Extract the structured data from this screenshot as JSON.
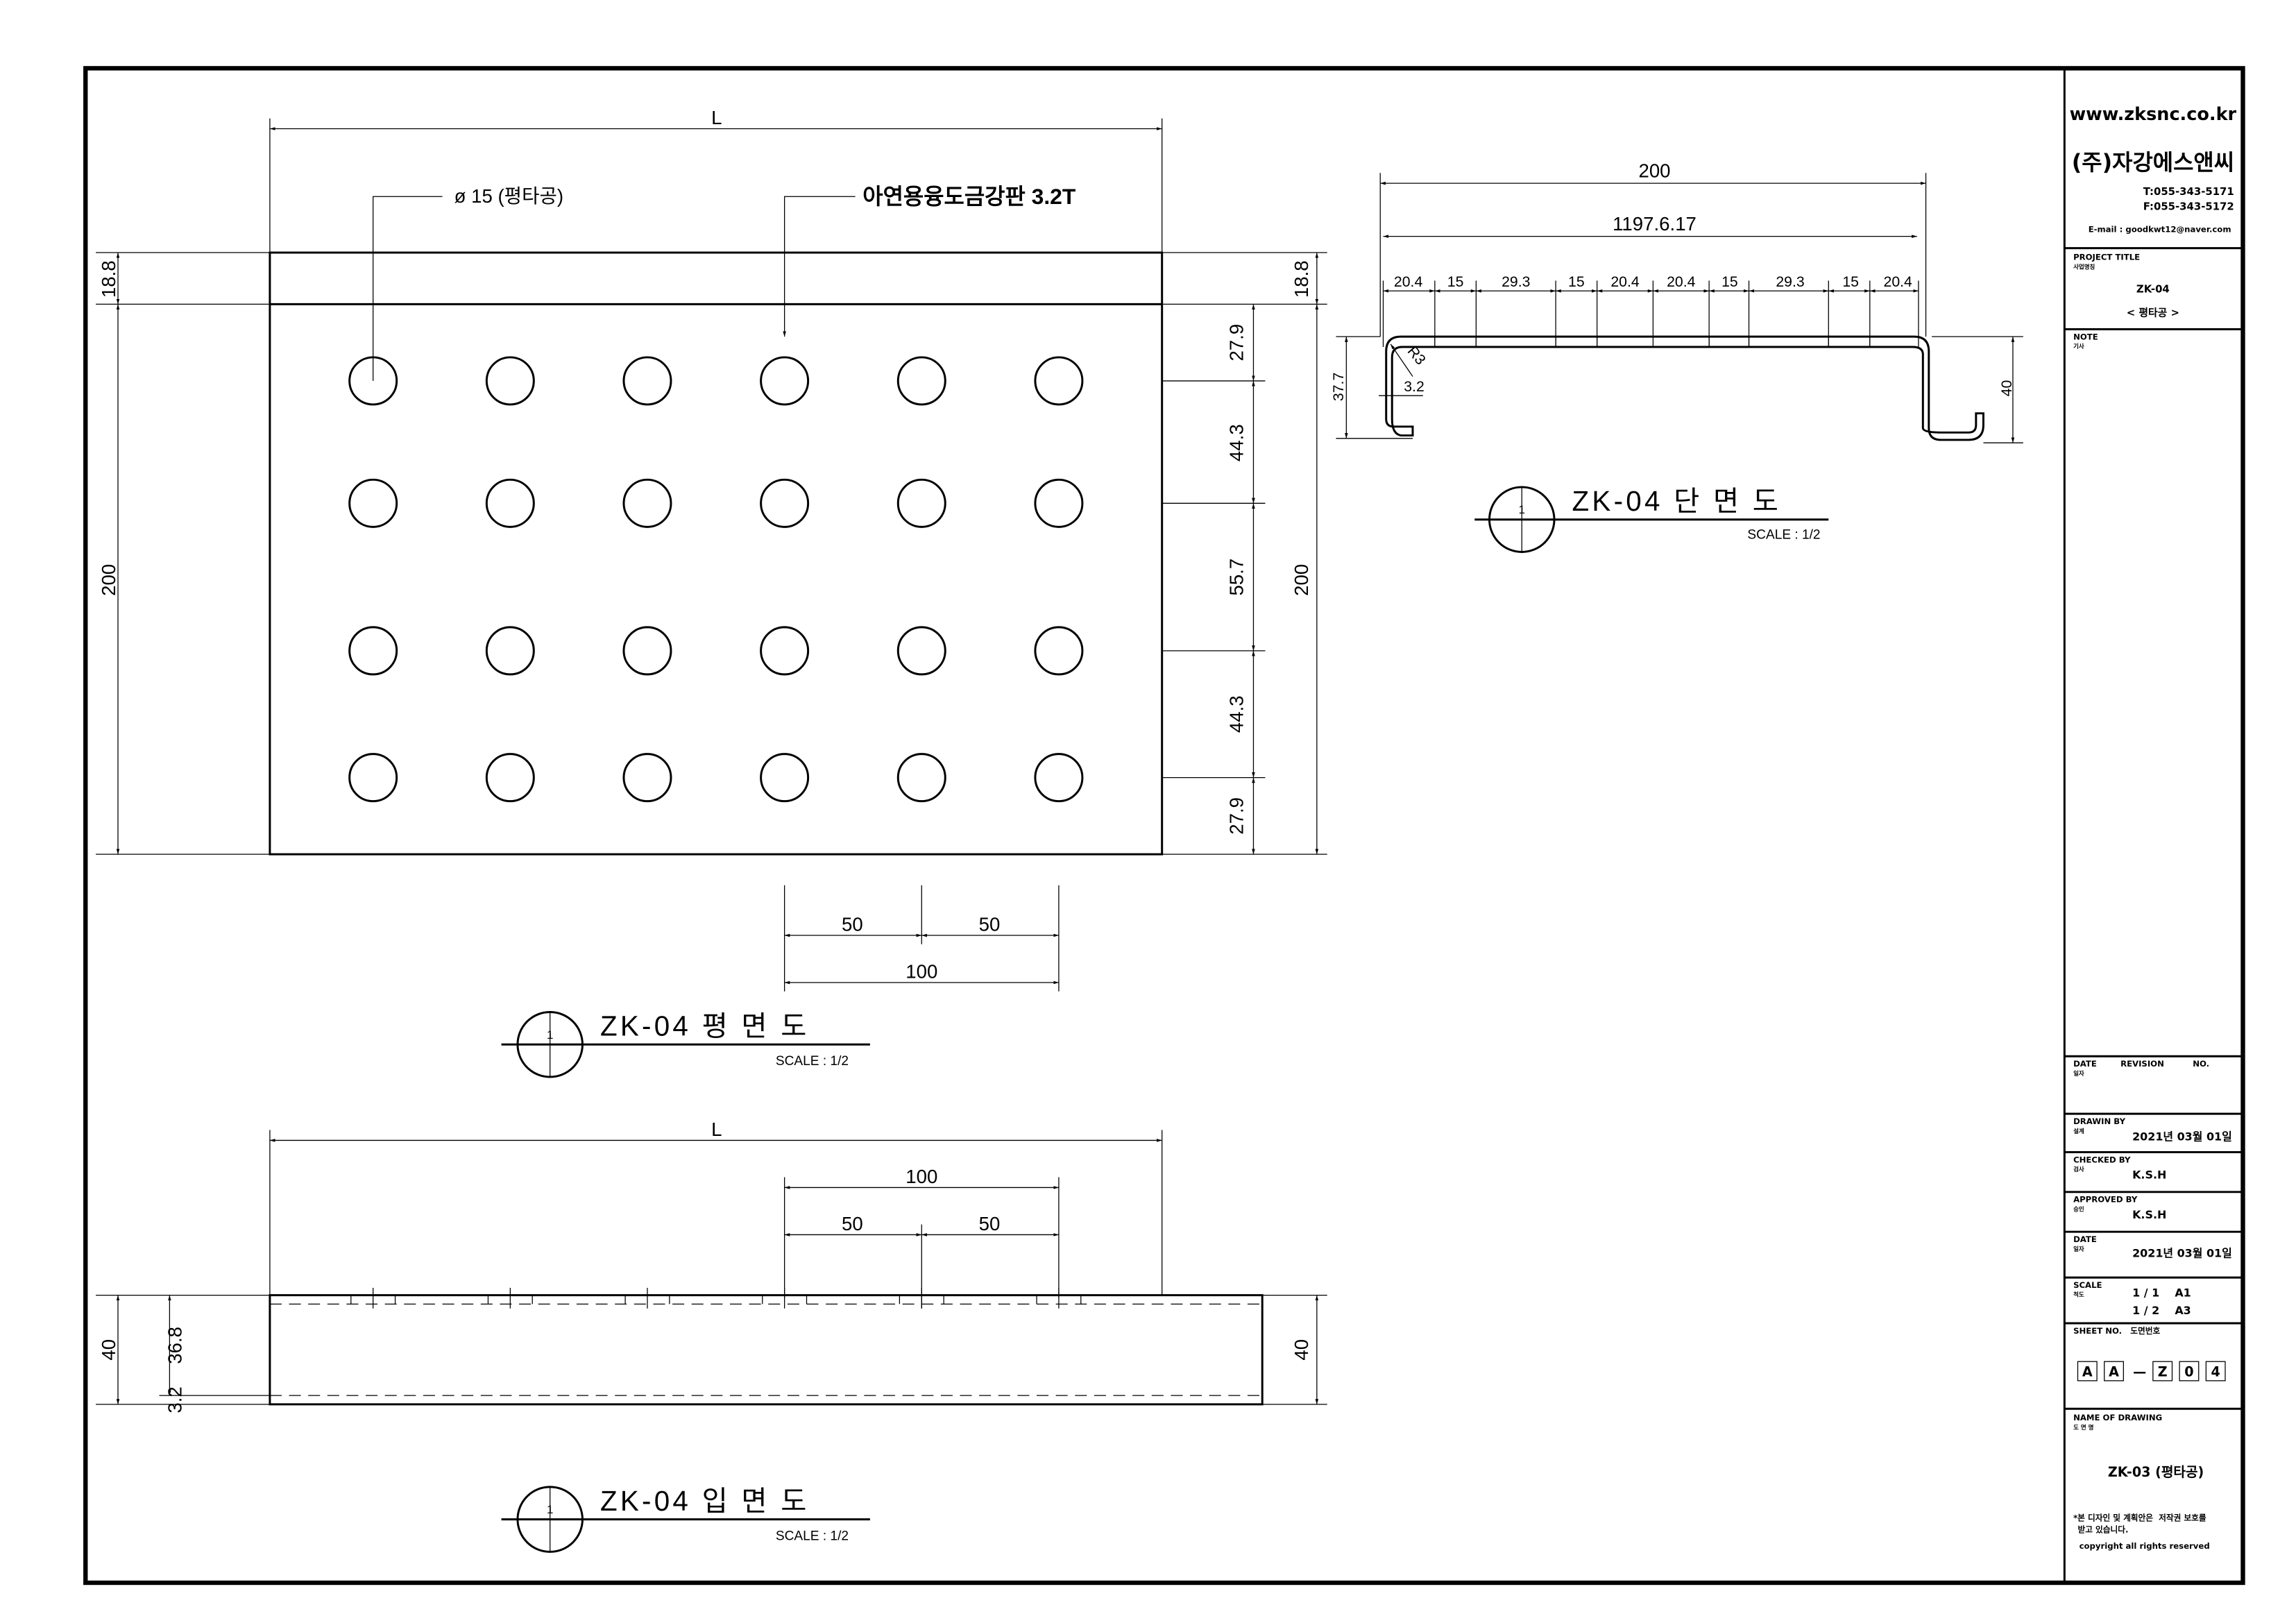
{
  "plan_view": {
    "hole_label": "ø 15 (평타공)",
    "material_label": "아연용융도금강판 3.2T",
    "dim_length": "L",
    "dim_top_strip": "18.8",
    "dim_width": "200",
    "dim_chain": [
      "27.9",
      "44.3",
      "55.7",
      "44.3",
      "27.9"
    ],
    "dim_pitch_1": "50",
    "dim_pitch_2": "50",
    "dim_pitch_total": "100",
    "title": "ZK-04 평 면 도",
    "title_number": "1",
    "scale": "SCALE : 1/2"
  },
  "section_view": {
    "dim_overall": "200",
    "dim_inner": "1197.6.17",
    "dim_chain": [
      "20.4",
      "15",
      "29.3",
      "15",
      "20.4",
      "20.4",
      "15",
      "29.3",
      "15",
      "20.4"
    ],
    "dim_radius": "R3",
    "dim_thickness": "3.2",
    "dim_left_height": "37.7",
    "dim_right_height": "40",
    "title": "ZK-04 단 면 도",
    "title_number": "1",
    "scale": "SCALE : 1/2"
  },
  "elevation_view": {
    "dim_length": "L",
    "dim_pitch_total": "100",
    "dim_pitch_1": "50",
    "dim_pitch_2": "50",
    "dim_height_left": "40",
    "dim_height_inner": "36.8",
    "dim_thickness": "3.2",
    "dim_height_right": "40",
    "title": "ZK-04 입 면 도",
    "title_number": "1",
    "scale": "SCALE : 1/2"
  },
  "title_block": {
    "website": "www.zksnc.co.kr",
    "company": "(주)자강에스앤씨",
    "tel": "T:055-343-5171",
    "fax": "F:055-343-5172",
    "email": "E-mail : goodkwt12@naver.com",
    "project_title_label": "PROJECT TITLE",
    "project_title_sub": "사업명칭",
    "project_code": "ZK-04",
    "project_name": "< 평타공 >",
    "note_label": "NOTE",
    "note_sub": "기사",
    "date_label": "DATE",
    "date_sub": "일자",
    "revision_label": "REVISION",
    "no_label": "NO.",
    "drawn_by_label": "DRAWIN BY",
    "drawn_by_sub": "설계",
    "drawn_by_value": "2021년 03월 01일",
    "checked_by_label": "CHECKED BY",
    "checked_by_sub": "검사",
    "checked_by_value": "K.S.H",
    "approved_by_label": "APPROVED BY",
    "approved_by_sub": "승인",
    "approved_by_value": "K.S.H",
    "date2_label": "DATE",
    "date2_sub": "일자",
    "date2_value": "2021년 03월 01일",
    "scale_label": "SCALE",
    "scale_sub": "척도",
    "scale_value_1": "1 / 1    A1",
    "scale_value_2": "1 / 2    A3",
    "sheet_no_label": "SHEET NO.   도면번호",
    "sheet_no_chars": [
      "A",
      "A",
      "Z",
      "0",
      "4"
    ],
    "sheet_no_dash": "—",
    "drawing_name_label": "NAME OF DRAWING",
    "drawing_name_sub": "도 면 명",
    "drawing_name": "ZK-03 (평타공)",
    "copyright_kr_1": "*본 디자인 및 계획안은  저작권 보호를",
    "copyright_kr_2": "받고 있습니다.",
    "copyright_en": "copyright all rights reserved"
  }
}
